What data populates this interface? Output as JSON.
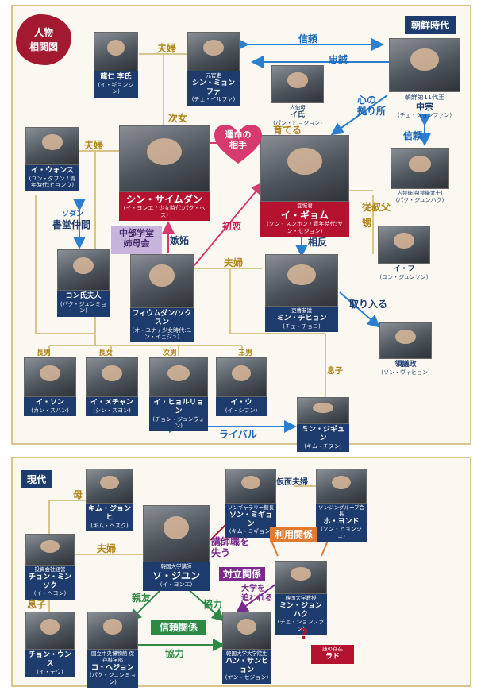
{
  "joseon": {
    "title": "人物\n相関図",
    "era": "朝鮮時代",
    "people": {
      "lee_mother": {
        "sub": "",
        "name": "龍仁 李氏",
        "actor": "(イ・ギョンジン)"
      },
      "shin_father": {
        "sub": "元官吏",
        "name": "シン・ミョンファ",
        "actor": "(チェ・イルファ)"
      },
      "jungjong": {
        "sub": "朝鮮第11代王",
        "name": "中宗",
        "actor": "(チェ・ジョンファン)"
      },
      "daebi": {
        "sub": "大伯母",
        "name": "イ氏",
        "actor": "(パン・ヒョジョン)"
      },
      "naegeum": {
        "sub": "内禁衛将(禁衛武士)",
        "name": "",
        "actor": "(パク・ジュンハク)"
      },
      "iwonsu": {
        "sub": "",
        "name": "イ・ウォンス",
        "actor": "(ユン・ダフン / 青年時代:ヒョンウ)"
      },
      "saimdang": {
        "sub": "",
        "name": "シン・サイムダン",
        "actor": "(イ・ヨンエ / 少女時代:パク・ヘス)"
      },
      "gyeom": {
        "sub": "宜城君",
        "name": "イ・ギョム",
        "actor": "(ソン・スンホン / 青年時代:ヤン・セジョン)"
      },
      "ihu": {
        "sub": "",
        "name": "イ・フ",
        "actor": "(ユン・ジュンソン)"
      },
      "gong": {
        "sub": "",
        "name": "コン氏夫人",
        "actor": "(パク・ジュンミョン)"
      },
      "hwiumdang": {
        "sub": "",
        "name": "フィウムダン/ソクスン",
        "actor": "(オ・ユナ / 少女時代:ユン・イェジュ)"
      },
      "chiheon": {
        "sub": "吏曹参議",
        "name": "ミン・チヒョン",
        "actor": "(チェ・チョロ)"
      },
      "gwanghyeon": {
        "sub": "",
        "name": "領議政",
        "actor": "(ソン・ヴィヒョン)"
      },
      "ison": {
        "sub": "",
        "name": "イ・ソン",
        "actor": "(カン・スハン)"
      },
      "maechang": {
        "sub": "",
        "name": "イ・メチャン",
        "actor": "(シン・スヨン)"
      },
      "hyeollyong": {
        "sub": "",
        "name": "イ・ヒョルリョン",
        "actor": "(チョン・ジュンウォン)"
      },
      "iu": {
        "sub": "",
        "name": "イ・ウ",
        "actor": "(イ・シフン)"
      },
      "jigyun": {
        "sub": "",
        "name": "ミン・ジギュン",
        "actor": "(キム・チヌン)"
      }
    },
    "relations": {
      "fufu1": "夫婦",
      "shinrai1": "信頼",
      "chusei": "忠誠",
      "jijo": "次女",
      "sodateru": "育てる",
      "kokoro": "心の\n拠り所",
      "shinrai2": "信頼",
      "fufu2": "夫婦",
      "unmei": "運命の\n相手",
      "sodan": "ソダン",
      "shodo": "書堂仲間",
      "chubu": "中部学堂\n姉母会",
      "shitto": "嫉妬",
      "hatsukoi": "初恋",
      "soshu": "従叔父",
      "oi": "甥",
      "sohan": "相反",
      "fufu3": "夫婦",
      "toriiru": "取り入る",
      "chonan": "長男",
      "chojo": "長女",
      "jinan": "次男",
      "sannan": "三男",
      "musuko": "息子",
      "rival": "ライバル"
    }
  },
  "modern": {
    "era": "現代",
    "people": {
      "kim": {
        "sub": "",
        "name": "キム・ジョンヒ",
        "actor": "(キム・ヘスク)"
      },
      "minseok": {
        "sub": "投資会社経営",
        "name": "チョン・ミンソク",
        "actor": "(イ・ヘヨン)"
      },
      "unsu": {
        "sub": "",
        "name": "チョン・ウンス",
        "actor": "(イ・テウ)"
      },
      "jiyun": {
        "sub": "韓国大学講師",
        "name": "ソ・ジユン",
        "actor": "(イ・ヨンエ)"
      },
      "heejeong": {
        "sub": "国立中央博物館 保存科学部",
        "name": "コ・ヘジョン",
        "actor": "(パク・ジュンミョン)"
      },
      "sanghyeon": {
        "sub": "韓国大学大学院生",
        "name": "ハン・サンヒョン",
        "actor": "(ヤン・セジョン)"
      },
      "mikyeong": {
        "sub": "ソンギャラリー館長",
        "name": "ソン・ミギョン",
        "actor": "(キム・ミギョン)"
      },
      "hyeondo": {
        "sub": "ソンジングループ会長",
        "name": "ホ・ヨンド",
        "actor": "(ソン・ヒョンジュ)"
      },
      "junghak": {
        "sub": "韓国大学教授",
        "name": "ミン・ジョンハク",
        "actor": "(チェ・ジョンファン)"
      },
      "rado": {
        "sub": "謎の存在",
        "name": "ラド",
        "actor": ""
      }
    },
    "relations": {
      "haha": "母",
      "fufu": "夫婦",
      "musuko": "息子",
      "kamen": "仮面夫婦",
      "riyo": "利用関係",
      "koshi": "講師職を\n失う",
      "tairitsu": "対立関係",
      "daigaku": "大学を\n追われる",
      "shinyu": "親友",
      "kyoryoku1": "協力",
      "shinrai": "信頼関係",
      "kyoryoku2": "協力",
      "hatena": "?"
    }
  },
  "colors": {
    "navy": "#1d3b6d",
    "red": "#b4122f",
    "gold": "#d9c48a",
    "pink": "#d63a6e",
    "blue": "#2a7fd0",
    "green": "#2c8a44",
    "orange": "#e07a2e",
    "purple": "#7a2a8c"
  }
}
